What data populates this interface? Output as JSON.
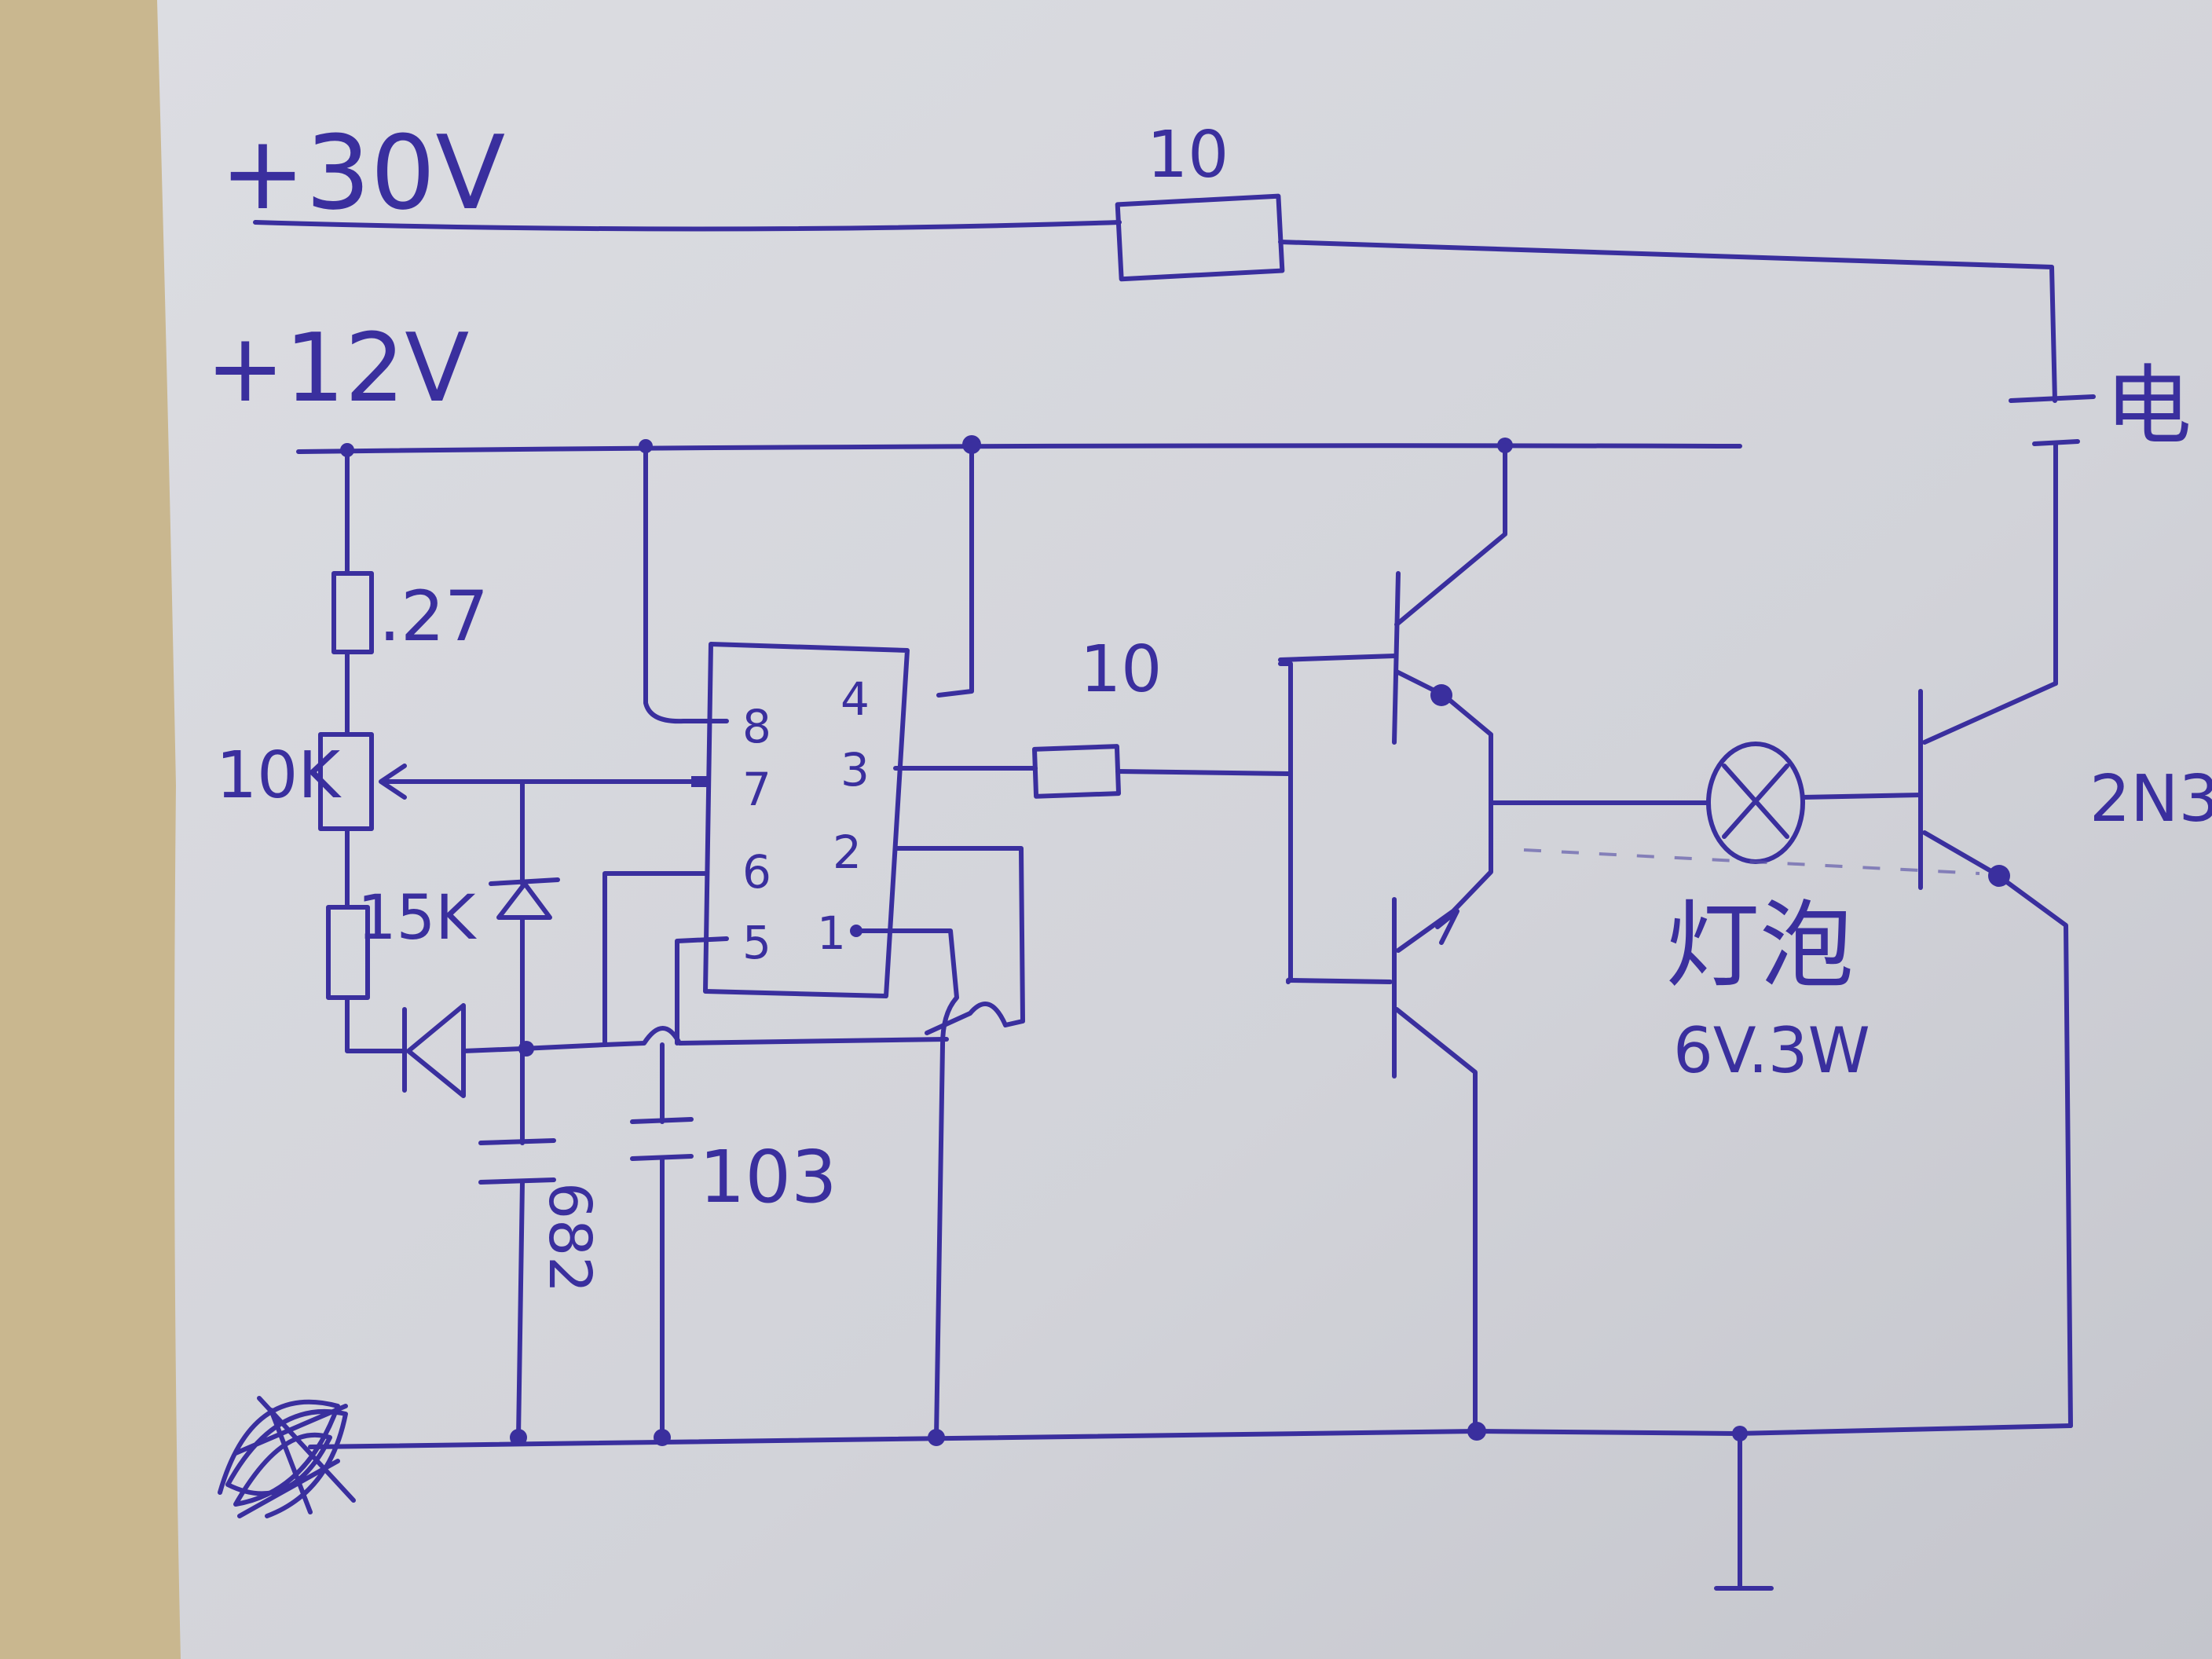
{
  "colors": {
    "ink": "#3a2f9e",
    "paper": "#d8d9de",
    "table": "#c9b78f"
  },
  "supplies": {
    "v30": "+30V",
    "v12": "+12V"
  },
  "ic": {
    "pins": [
      "8",
      "7",
      "6",
      "5",
      "4",
      "3",
      "2",
      "1"
    ]
  },
  "components": {
    "r_30v": "10",
    "r_top": ".27",
    "pot": "10K",
    "r_bottom": "15K",
    "r_out": "10",
    "cap_a": "682",
    "cap_b": "103",
    "lamp_name": "灯泡",
    "lamp_rating": "6V.3W",
    "transistor": "2N3",
    "battery_label": "电"
  }
}
